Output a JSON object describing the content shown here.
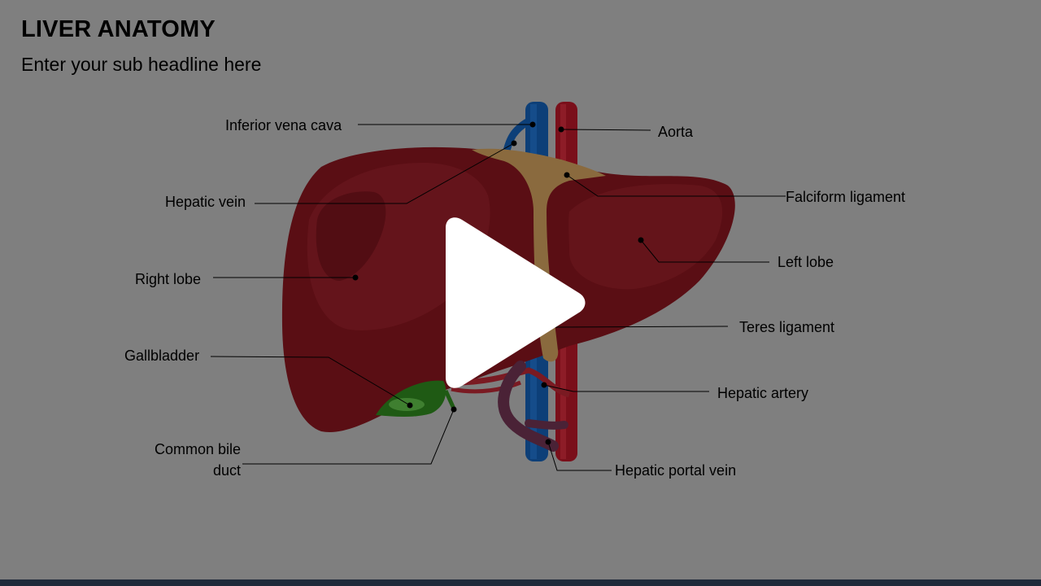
{
  "slide": {
    "title": "LIVER ANATOMY",
    "subtitle": "Enter your sub headline here"
  },
  "labels": {
    "inferior_vena_cava": "Inferior vena cava",
    "aorta": "Aorta",
    "hepatic_vein": "Hepatic vein",
    "falciform_ligament": "Falciform ligament",
    "right_lobe": "Right lobe",
    "left_lobe": "Left lobe",
    "teres_ligament": "Teres ligament",
    "gallbladder": "Gallbladder",
    "hepatic_artery": "Hepatic artery",
    "common_bile_duct_line1": "Common bile",
    "common_bile_duct_line2": "duct",
    "hepatic_portal_vein": "Hepatic portal vein"
  },
  "colors": {
    "background": "#7f7f7f",
    "liver": "#5a0e14",
    "liver_highlight": "#6e1a20",
    "vena_cava": "#0d3f78",
    "aorta": "#7a0f1a",
    "ligament": "#8a6a3e",
    "gallbladder": "#1f5a14",
    "portal_vein": "#4a2236",
    "bottom_bar": "#1f2a3a"
  },
  "icons": {
    "play": "play-icon"
  }
}
